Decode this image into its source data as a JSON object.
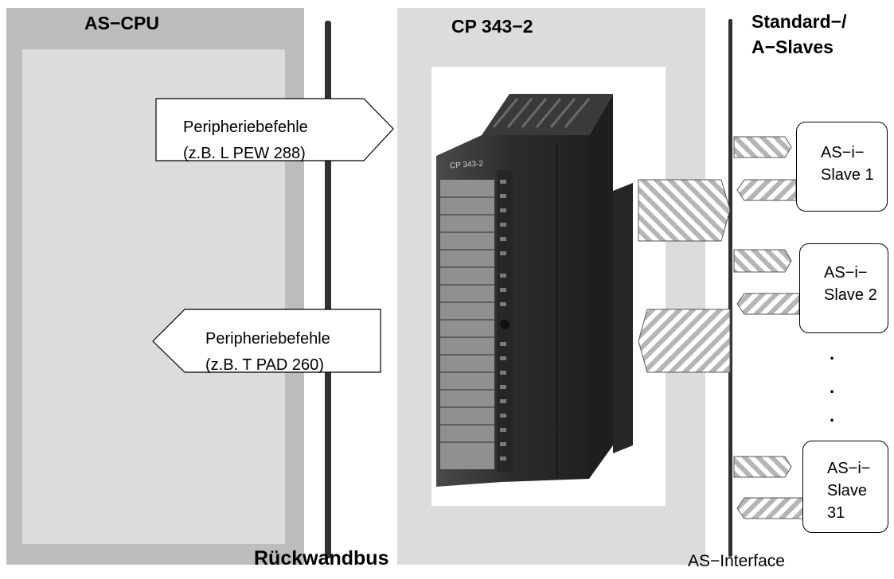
{
  "as_cpu": {
    "title": "AS−CPU"
  },
  "cp": {
    "title": "CP 343−2",
    "module_label": "CP 343-2"
  },
  "standard_slaves": {
    "title_line1": "Standard−/",
    "title_line2": "A−Slaves"
  },
  "commands": {
    "read": {
      "line1": "Peripheriebefehle",
      "line2": "(z.B. L PEW 288)"
    },
    "write": {
      "line1": "Peripheriebefehle",
      "line2": "(z.B. T PAD 260)"
    }
  },
  "slaves": {
    "s1": {
      "line1": "AS−i−",
      "line2": "Slave 1"
    },
    "s2": {
      "line1": "AS−i−",
      "line2": "Slave 2"
    },
    "s31": {
      "line1": "AS−i−",
      "line2": "Slave",
      "line3": "31"
    }
  },
  "ellipsis": ".",
  "captions": {
    "backplane": "Rückwandbus",
    "interface": "AS−Interface"
  },
  "colors": {
    "cpu_panel": "#bdbdbd",
    "inner_panel": "#dcdcdc",
    "bus": "#303030",
    "module": "#2e2e2e"
  }
}
